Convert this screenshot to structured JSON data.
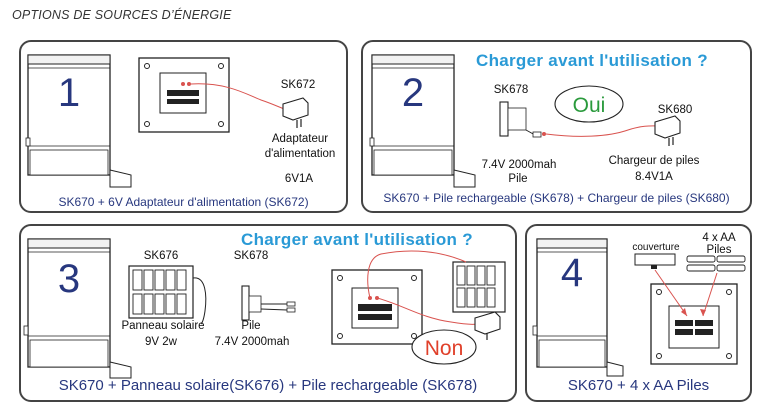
{
  "header": {
    "title": "OPTIONS DE SOURCES D’ÉNERGIE"
  },
  "panels": [
    {
      "number": "1",
      "caption": "SK670 + 6V Adaptateur d'alimentation (SK672)",
      "labels": {
        "adapter_code": "SK672",
        "adapter_name_line1": "Adaptateur",
        "adapter_name_line2": "d'alimentation",
        "adapter_voltage": "6V1A"
      }
    },
    {
      "number": "2",
      "question": "Charger avant l'utilisation ?",
      "answer": "Oui",
      "answer_color": "#2a9a3c",
      "caption": "SK670 + Pile rechargeable (SK678) + Chargeur de piles (SK680)",
      "labels": {
        "battery_code": "SK678",
        "battery_spec": "7.4V 2000mah",
        "battery_name": "Pile",
        "charger_code": "SK680",
        "charger_name": "Chargeur de piles",
        "charger_spec": "8.4V1A"
      }
    },
    {
      "number": "3",
      "question": "Charger avant l'utilisation ?",
      "answer": "Non",
      "answer_color": "#e0402a",
      "caption": "SK670 + Panneau solaire(SK676) + Pile rechargeable (SK678)",
      "labels": {
        "solar_code": "SK676",
        "solar_name": "Panneau solaire",
        "solar_spec": "9V 2w",
        "battery_code": "SK678",
        "battery_name": "Pile",
        "battery_spec": "7.4V 2000mah"
      }
    },
    {
      "number": "4",
      "caption": "SK670 + 4 x AA Piles",
      "labels": {
        "cover": "couverture",
        "aa_line1": "4 x AA",
        "aa_line2": "Piles"
      }
    }
  ],
  "colors": {
    "text_blue": "#27377e",
    "question_blue": "#2a9ad6",
    "wire_red": "#d9534f"
  }
}
